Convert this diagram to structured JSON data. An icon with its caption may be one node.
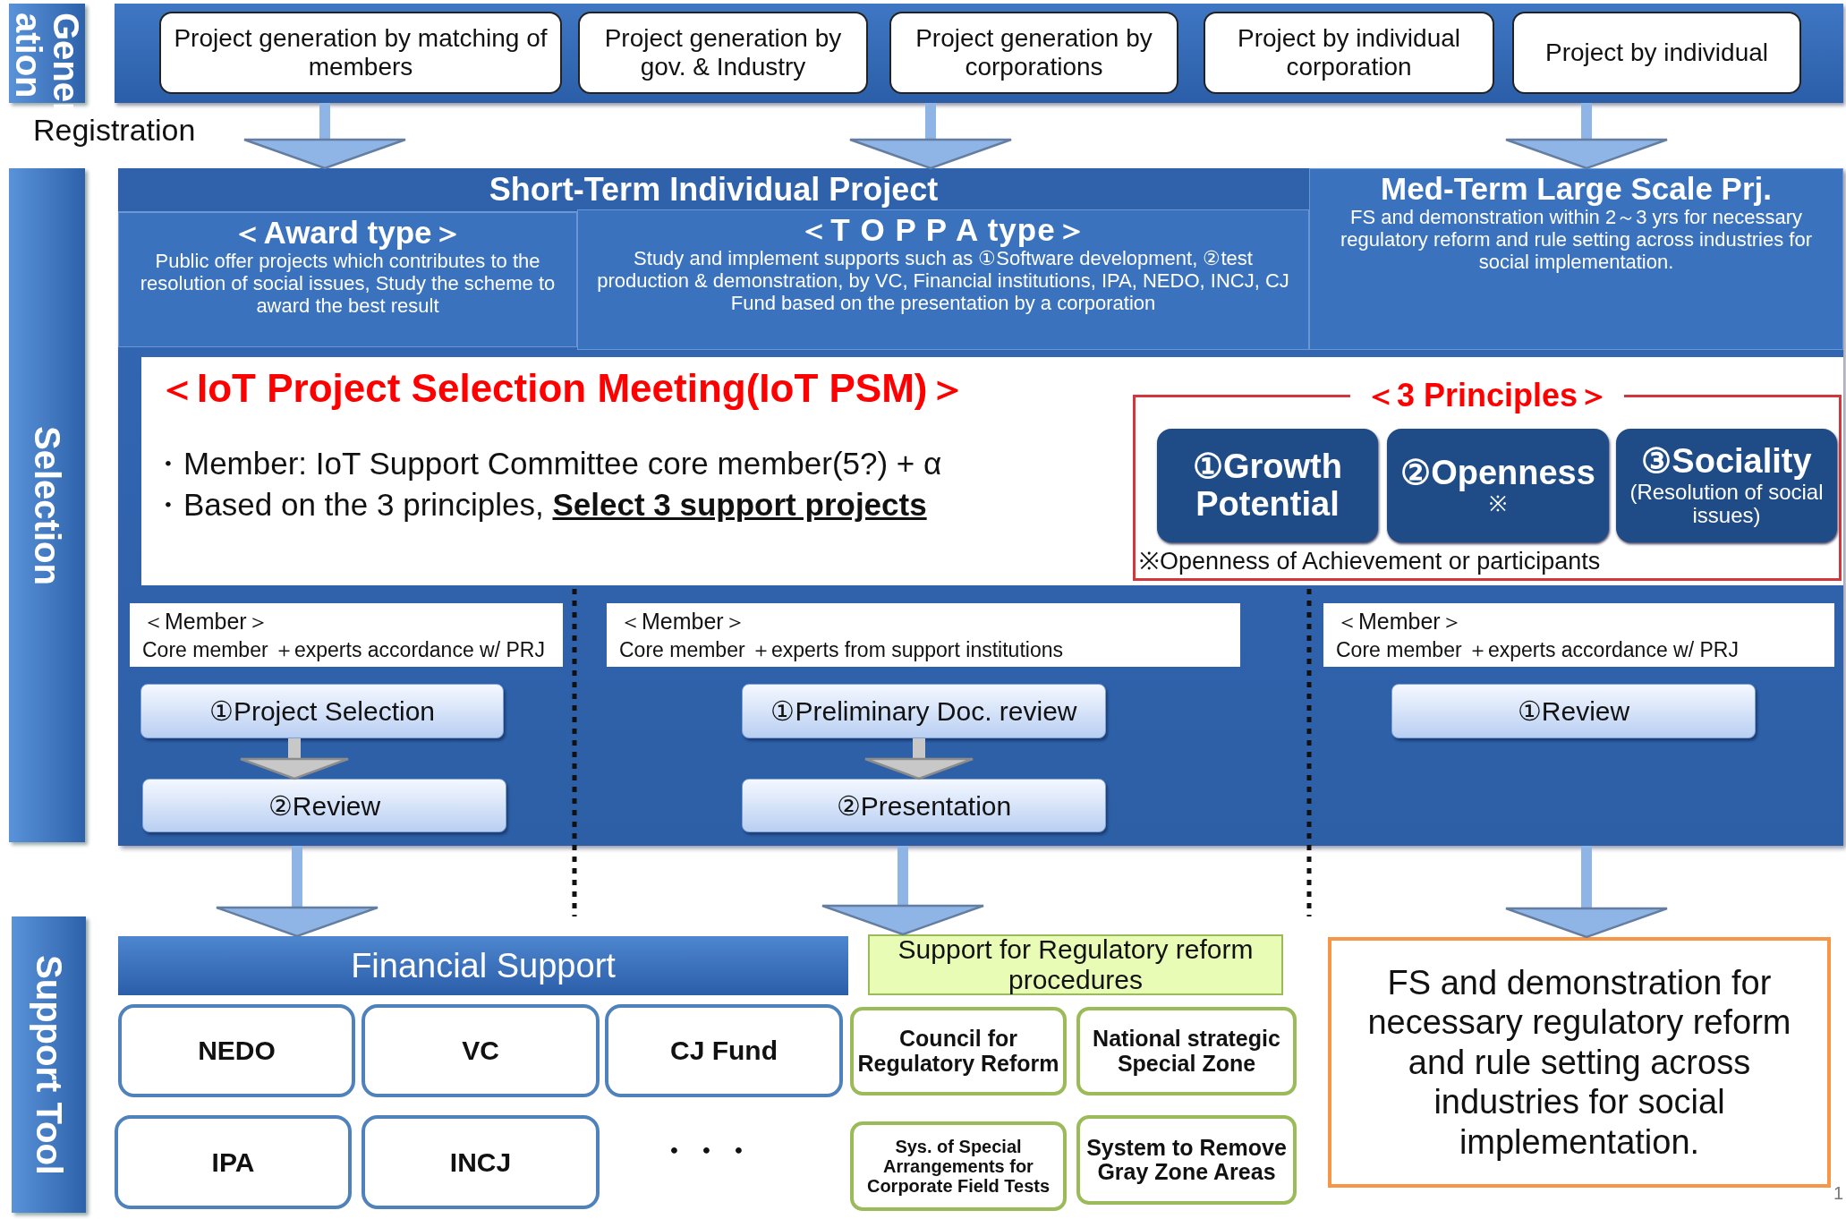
{
  "diagram": {
    "nodes": [
      {
        "text": [
          "Gener ation"
        ]
      },
      {
        "text": [],
        "shape": "band"
      },
      {
        "text": [
          "Project generation by matching of members"
        ],
        "in": 1
      },
      {
        "text": [
          "Project generation by gov. & Industry"
        ],
        "in": 1
      },
      {
        "text": [
          "Project generation by corporations"
        ],
        "in": 1
      },
      {
        "text": [
          "Project by individual corporation"
        ],
        "in": 1
      },
      {
        "text": [
          "Project by individual"
        ],
        "in": 1
      },
      {
        "text": [
          "Selection"
        ]
      },
      {
        "text": [],
        "shape": "box"
      },
      {
        "text": [
          "Short-Term Individual Project"
        ],
        "in": 8
      },
      {
        "text": [
          "＜Award type＞",
          "Public offer projects which contributes to the resolution of social issues, Study the scheme to award the best  result"
        ],
        "in": 8
      },
      {
        "text": [
          "＜T O P P A type＞",
          "Study and implement supports such as ①Software development, ②test production & demonstration, by VC, Financial institutions, IPA, NEDO, INCJ, CJ Fund based on the presentation by a corporation"
        ],
        "in": 8
      },
      {
        "text": [
          "Med-Term Large Scale Prj.",
          "FS and demonstration within 2～3 yrs for necessary regulatory reform and rule setting across industries for social implementation."
        ],
        "in": 8
      },
      {
        "text": [
          "＜IoT Project Selection Meeting(IoT PSM)＞",
          "・Member: IoT Support Committee core member(5?) + α",
          "・Based on the 3 principles, **Select 3 support projects**"
        ],
        "in": 8
      },
      {
        "text": [
          "＜3 Principles＞",
          "※Openness of Achievement or participants"
        ],
        "in": 13
      },
      {
        "text": [
          "①Growth Potential"
        ],
        "in": 14
      },
      {
        "text": [
          "②Openness",
          "※"
        ],
        "in": 14
      },
      {
        "text": [
          "③Sociality",
          "(Resolution of social issues)"
        ],
        "in": 14
      },
      {
        "text": [
          "＜Member＞",
          "Core member ＋experts accordance w/ PRJ"
        ],
        "in": 8
      },
      {
        "text": [
          "＜Member＞",
          "Core member ＋experts from support institutions"
        ],
        "in": 8
      },
      {
        "text": [
          "＜Member＞",
          "Core member ＋experts accordance w/ PRJ"
        ],
        "in": 8
      },
      {
        "text": [
          "①Project Selection"
        ],
        "in": 8
      },
      {
        "text": [
          "②Review"
        ],
        "in": 8
      },
      {
        "text": [
          "①Preliminary Doc. review"
        ],
        "in": 8
      },
      {
        "text": [
          "②Presentation"
        ],
        "in": 8
      },
      {
        "text": [
          "①Review"
        ],
        "in": 8
      },
      {
        "text": [
          "Support Tool"
        ]
      },
      {
        "text": [
          "Financial Support"
        ]
      },
      {
        "text": [
          "NEDO"
        ]
      },
      {
        "text": [
          "VC"
        ]
      },
      {
        "text": [
          "CJ Fund"
        ]
      },
      {
        "text": [
          "IPA"
        ]
      },
      {
        "text": [
          "INCJ"
        ]
      },
      {
        "text": [
          "Support for Regulatory reform procedures"
        ]
      },
      {
        "text": [
          "Council for Regulatory Reform"
        ]
      },
      {
        "text": [
          "National strategic Special Zone"
        ]
      },
      {
        "text": [
          "Sys. of Special Arrangements for Corporate Field Tests"
        ]
      },
      {
        "text": [
          "System to Remove Gray Zone Areas"
        ]
      },
      {
        "text": [
          "FS and demonstration for necessary regulatory reform and rule setting across industries for social implementation."
        ]
      }
    ],
    "edges": [
      {
        "from": 1,
        "to": 9,
        "arrow": "to"
      },
      {
        "from": 1,
        "to": 9,
        "arrow": "to"
      },
      {
        "from": 1,
        "to": 12,
        "arrow": "to"
      },
      {
        "from": 21,
        "to": 22,
        "arrow": "to",
        "color": "#c8c8c8"
      },
      {
        "from": 23,
        "to": 24,
        "arrow": "to",
        "color": "#c8c8c8"
      },
      {
        "from": 8,
        "to": 27,
        "arrow": "to"
      },
      {
        "from": 8,
        "to": 33,
        "arrow": "to"
      },
      {
        "from": 8,
        "to": 38,
        "arrow": "to"
      }
    ],
    "labels": [
      "Registration",
      "・・・",
      "1"
    ]
  }
}
